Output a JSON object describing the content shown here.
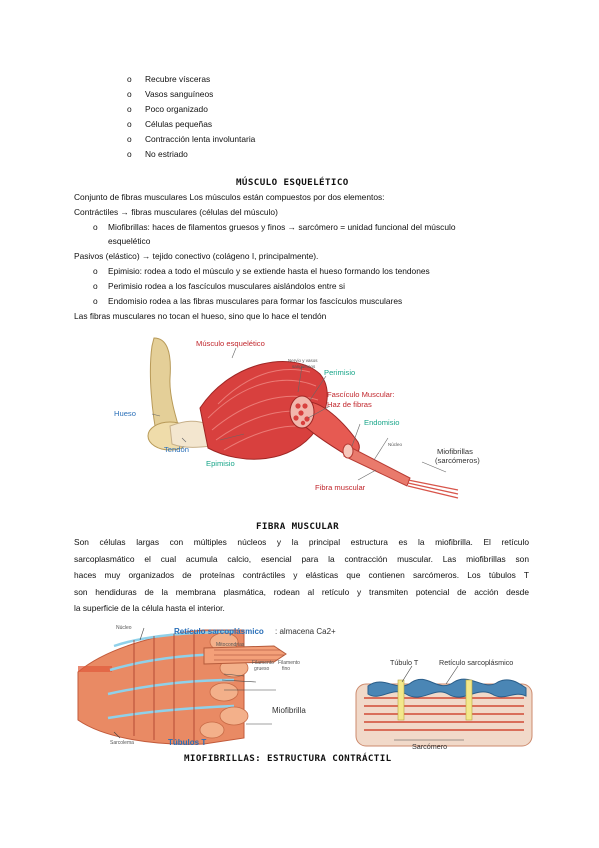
{
  "list_smooth": [
    "Recubre vísceras",
    "Vasos sanguíneos",
    "Poco organizado",
    "Células pequeñas",
    "Contracción lenta involuntaria",
    "No estriado"
  ],
  "bullet_glyph": "o",
  "skeletal": {
    "heading": "MÚSCULO ESQUELÉTICO",
    "intro": "Conjunto de fibras musculares Los músculos están compuestos por dos elementos:",
    "contractile": "Contráctiles → fibras musculares (células del músculo)",
    "myofibrils_line1": "Miofibrillas: haces de filamentos gruesos y finos → sarcómero = unidad funcional del músculo",
    "myofibrils_line2": "esquelético",
    "passive": "Pasivos (elástico) → tejido conectivo (colágeno I, principalmente).",
    "epimysium": "Epimisio: rodea a todo el músculo y se extiende hasta el hueso formando los tendones",
    "perimysium": "Perimisio rodea a los fascículos musculares aislándolos entre si",
    "endomysium": "Endomisio rodea a las fibras musculares para formar los fascículos musculares",
    "note": "Las fibras musculares no tocan el hueso, sino que lo hace el tendón"
  },
  "figure1": {
    "musculo": "Músculo esquelético",
    "nervio": "Nervio y vasos",
    "sanguineos": "sanguíneos",
    "perimisio": "Perimisio",
    "fasciculo": "Fascículo Muscular:",
    "haz": "Haz de fibras",
    "endomisio": "Endomisio",
    "hueso": "Hueso",
    "tendon": "Tendón",
    "epimisio": "Epimisio",
    "nucleo": "Núcleo",
    "miofibrillas": "Miofibrillas",
    "sarcomeros": "(sarcómeros)",
    "fibra": "Fibra muscular"
  },
  "fiber": {
    "heading": "FIBRA MUSCULAR",
    "lines": [
      "Son células largas con múltiples núcleos y la principal estructura es la miofibrilla. El retículo",
      "sarcoplasmático el cual acumula calcio, esencial para la contracción muscular. Las miofibrillas son",
      "haces muy organizados de proteínas contráctiles y elásticas que contienen sarcómeros. Los túbulos T",
      "son hendiduras de la membrana plasmática, rodean al retículo y transmiten potencial de acción desde",
      "la superficie de la célula hasta el interior."
    ]
  },
  "figure2": {
    "nucleo": "Núcleo",
    "reticulo": "Retículo sarcoplásmico",
    "almacena": ": almacena Ca2+",
    "mitocondria": "Mitocondrias",
    "filamento_grueso_1": "Filamento",
    "filamento_grueso_2": "grueso",
    "filamento_fino_1": "Filamento",
    "filamento_fino_2": "fino",
    "miofibrilla": "Miofibrilla",
    "sarcolema": "Sarcolema",
    "tubulos": "Túbulos T",
    "tubulo_t": "Túbulo T",
    "reticulo2": "Retículo sarcoplásmico",
    "sarcomero": "Sarcómero"
  },
  "next_heading": "MIOFIBRILLAS: ESTRUCTURA CONTRÁCTIL"
}
